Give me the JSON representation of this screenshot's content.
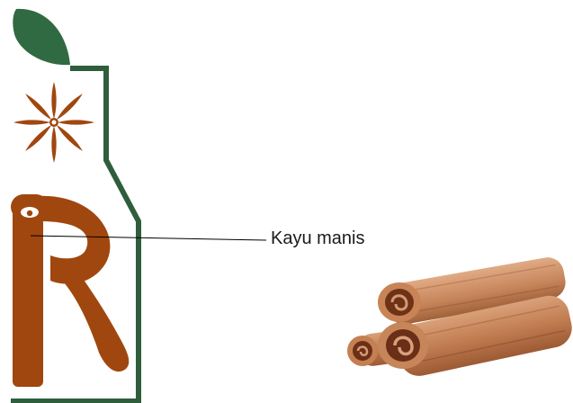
{
  "annotation": {
    "label": "Kayu manis"
  },
  "colors": {
    "bottle_outline": "#2e5e3c",
    "leaf": "#2f6a42",
    "spice_brown": "#a0470f",
    "cinnamon_light": "#c98a5c",
    "cinnamon_dark": "#8a4a24",
    "leader_line": "#000000"
  },
  "icons": [
    "leaf-icon",
    "star-anise-icon",
    "letter-r-logo",
    "cinnamon-sticks-image"
  ]
}
